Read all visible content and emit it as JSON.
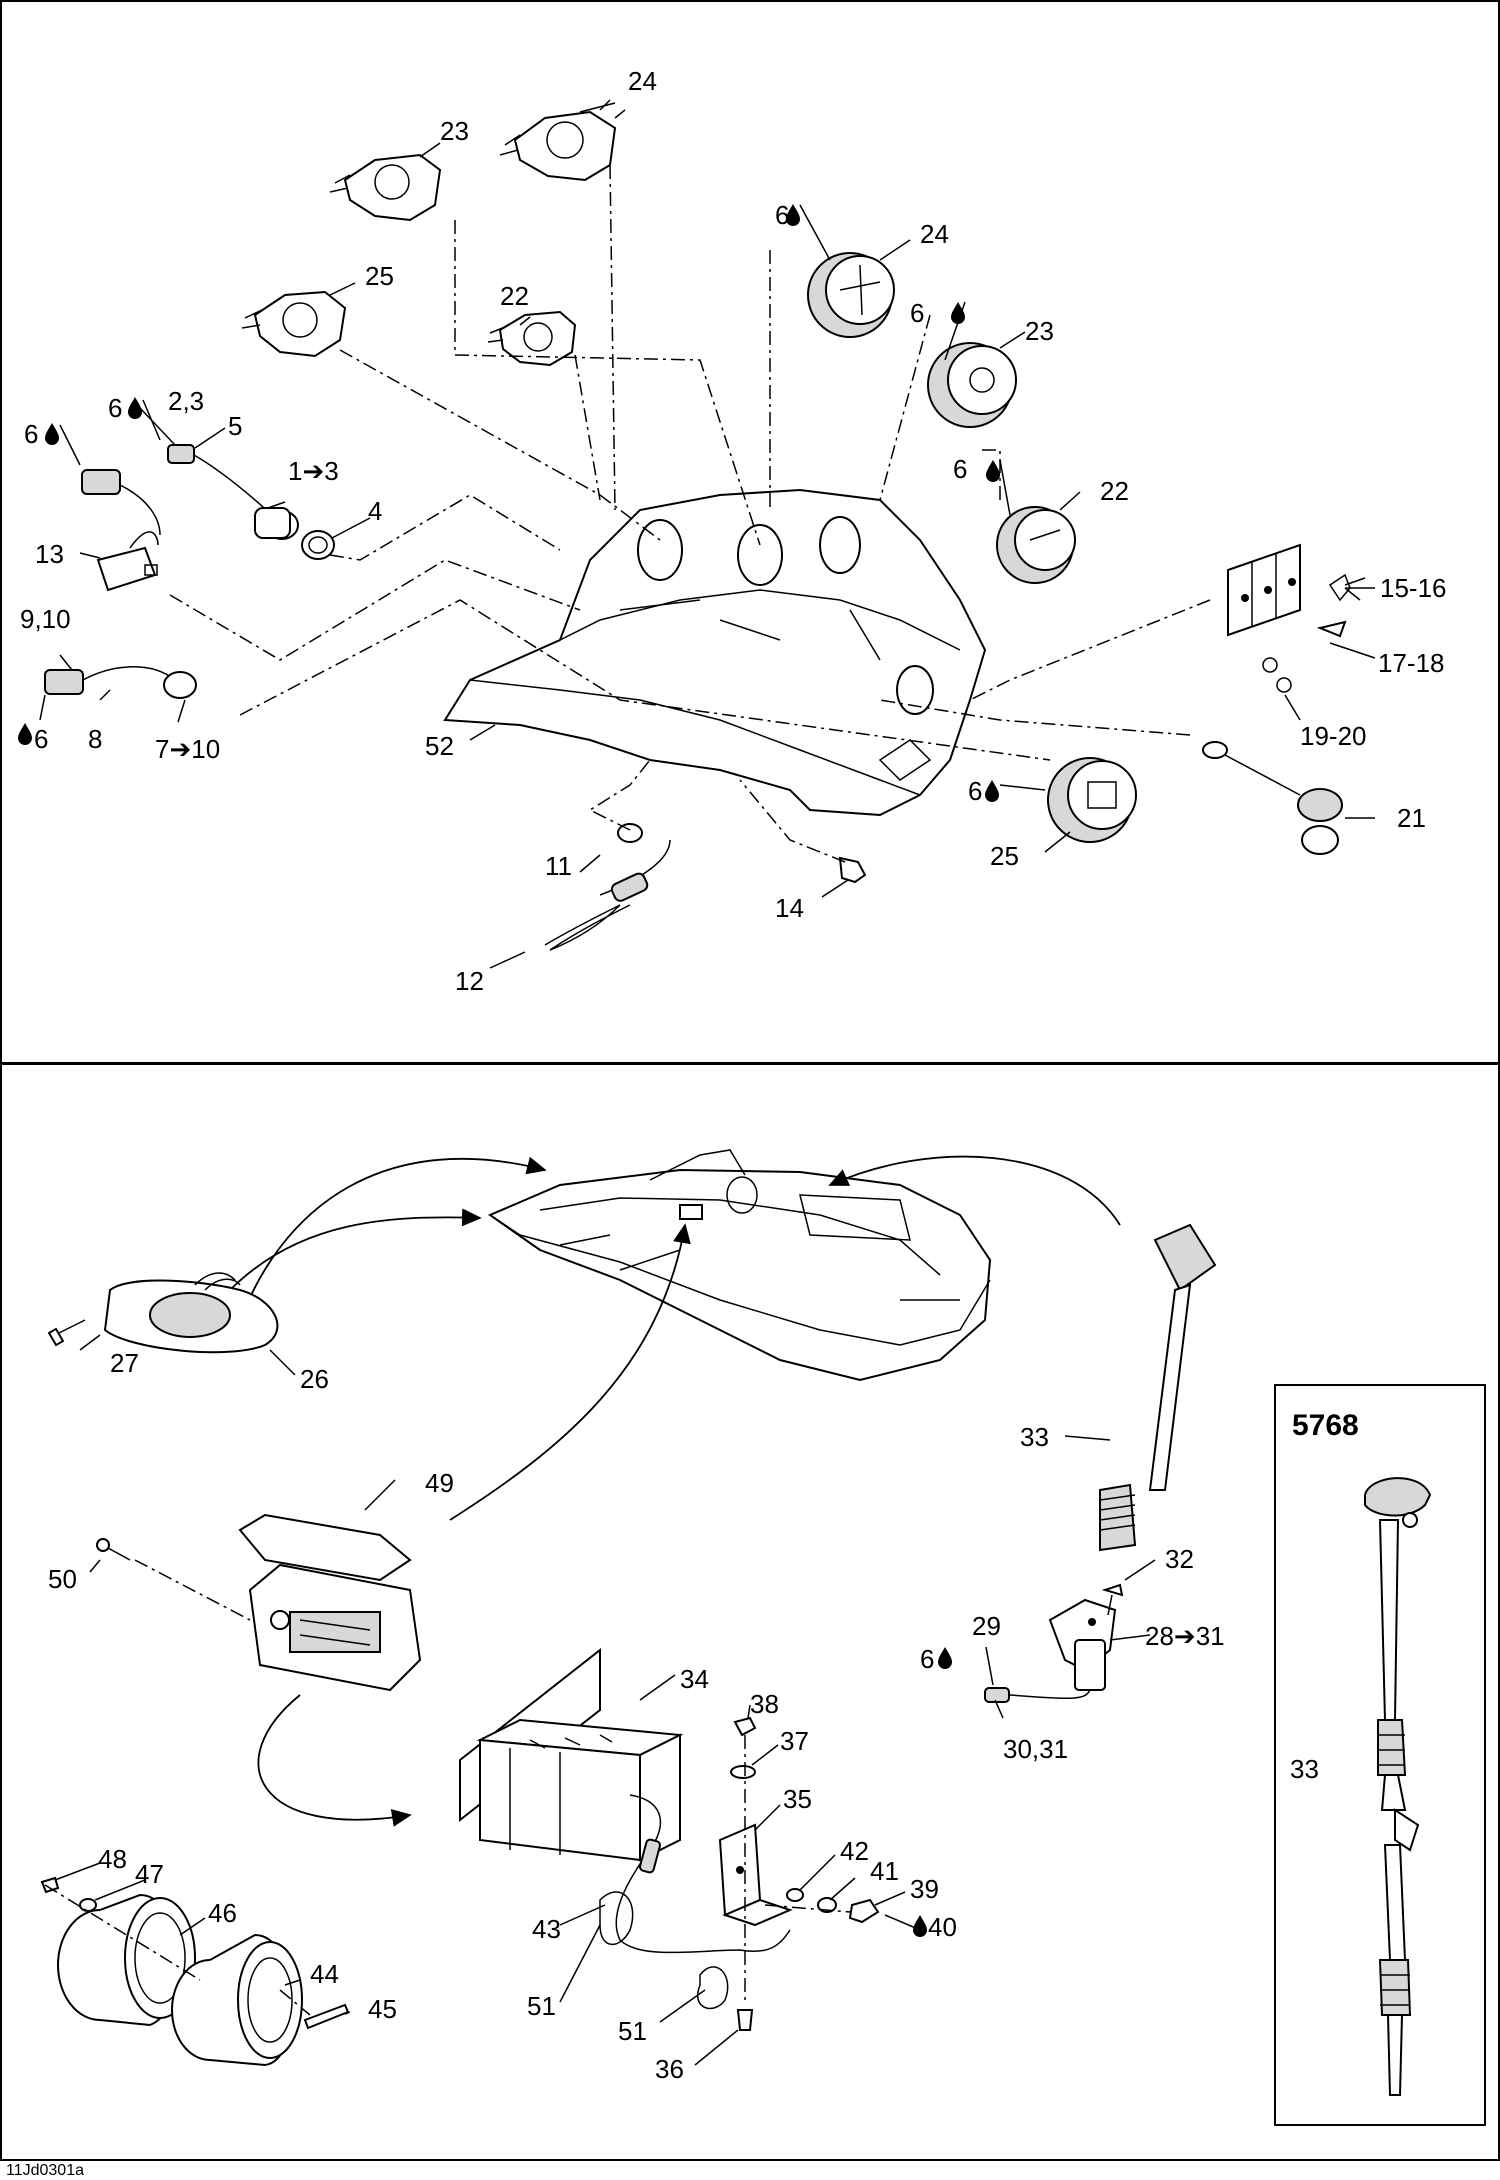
{
  "diagram_code": "11Jd0301a",
  "inset_title": "5768",
  "labels": {
    "p1_3": "1➔3",
    "p2_3": "2,3",
    "p4": "4",
    "p5": "5",
    "p6": "6",
    "p7_10": "7➔10",
    "p8": "8",
    "p9_10": "9,10",
    "p11": "11",
    "p12": "12",
    "p13": "13",
    "p14": "14",
    "p15_16": "15-16",
    "p17_18": "17-18",
    "p19_20": "19-20",
    "p21": "21",
    "p22": "22",
    "p23": "23",
    "p24": "24",
    "p25": "25",
    "p26": "26",
    "p27": "27",
    "p28_31": "28➔31",
    "p29": "29",
    "p30_31": "30,31",
    "p32": "32",
    "p33": "33",
    "p34": "34",
    "p35": "35",
    "p36": "36",
    "p37": "37",
    "p38": "38",
    "p39": "39",
    "p40": "40",
    "p41": "41",
    "p42": "42",
    "p43": "43",
    "p44": "44",
    "p45": "45",
    "p46": "46",
    "p47": "47",
    "p48": "48",
    "p49": "49",
    "p50": "50",
    "p51": "51",
    "p52": "52"
  }
}
